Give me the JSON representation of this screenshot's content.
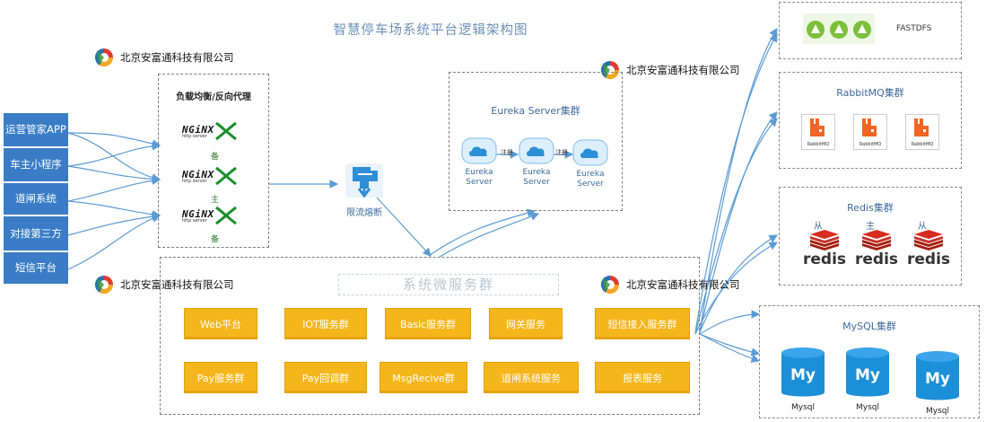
{
  "title": "智慧停车场系统平台逻辑架构图",
  "company": "北京安富通科技有限公司",
  "clients": [
    "运营管家APP",
    "车主小程序",
    "道闸系统",
    "对接第三方",
    "短信平台"
  ],
  "load_balancer": {
    "title": "负载均衡/反向代理",
    "nginx_text": "NGiNX",
    "nginx_sub": "http server",
    "backup_label": "备",
    "main_label": "主"
  },
  "rate_limit": {
    "label": "限流熔断"
  },
  "eureka": {
    "title": "Eureka Server集群",
    "nodes": [
      "Eureka Server",
      "Eureka Server",
      "Eureka Server"
    ],
    "register_label": "注册"
  },
  "microservices": {
    "title": "系统微服务群",
    "row1": [
      "Web平台",
      "IOT服务群",
      "Basic服务群",
      "网关服务",
      "短信接入服务群"
    ],
    "row2": [
      "Pay服务群",
      "Pay回调群",
      "MsgRecive群",
      "道闸系统服务",
      "报表服务"
    ]
  },
  "fastdfs": {
    "title": "FASTDFS"
  },
  "rabbitmq": {
    "title": "RabbitMQ集群",
    "node_label": "RabbitMQ"
  },
  "redis": {
    "title": "Redis集群",
    "slave_label": "从",
    "master_label": "主",
    "word": "redis"
  },
  "mysql": {
    "title": "MySQL集群",
    "node_label": "Mysql",
    "logo_text": "My"
  },
  "colors": {
    "client_bg": "#3a7dc6",
    "service_bg": "#f5b61b",
    "arrow": "#5b9bd5"
  }
}
